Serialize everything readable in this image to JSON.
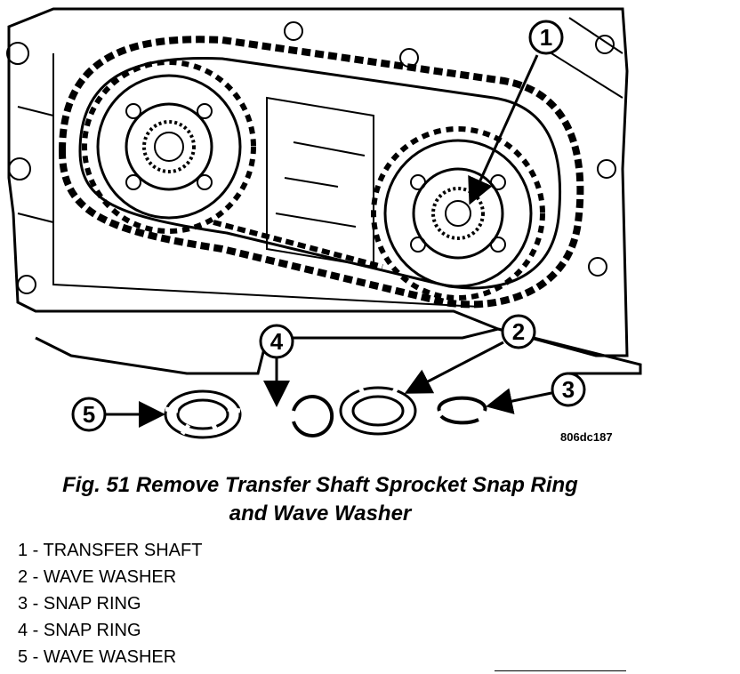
{
  "figure": {
    "callouts": [
      {
        "num": "1"
      },
      {
        "num": "2"
      },
      {
        "num": "3"
      },
      {
        "num": "4"
      },
      {
        "num": "5"
      }
    ],
    "reference_code": "806dc187",
    "caption_line1": "Fig. 51 Remove Transfer Shaft Sprocket Snap Ring",
    "caption_line2": "and Wave Washer"
  },
  "legend": {
    "items": [
      "1 - TRANSFER SHAFT",
      "2 - WAVE WASHER",
      "3 - SNAP RING",
      "4 - SNAP RING",
      "5 - WAVE WASHER"
    ]
  }
}
